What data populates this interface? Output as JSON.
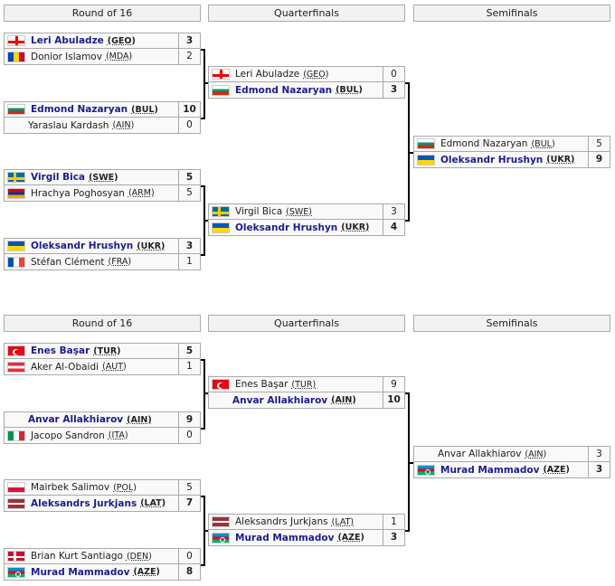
{
  "brackets": [
    {
      "headers": [
        "Round of 16",
        "Quarterfinals",
        "Semifinals"
      ],
      "r16": [
        [
          {
            "flag": "GEO",
            "name": "Leri Abuladze",
            "noc": "(GEO)",
            "score": "3",
            "win": true
          },
          {
            "flag": "MDA",
            "name": "Donior Islamov",
            "noc": "(MDA)",
            "score": "2",
            "win": false
          }
        ],
        [
          {
            "flag": "BUL",
            "name": "Edmond Nazaryan",
            "noc": "(BUL)",
            "score": "10",
            "win": true
          },
          {
            "flag": "",
            "name": "Yaraslau Kardash",
            "noc": "(AIN)",
            "score": "0",
            "win": false
          }
        ],
        [
          {
            "flag": "SWE",
            "name": "Virgil Bica",
            "noc": "(SWE)",
            "score": "5",
            "win": true
          },
          {
            "flag": "ARM",
            "name": "Hrachya Poghosyan",
            "noc": "(ARM)",
            "score": "5",
            "win": false
          }
        ],
        [
          {
            "flag": "UKR",
            "name": "Oleksandr Hrushyn",
            "noc": "(UKR)",
            "score": "3",
            "win": true
          },
          {
            "flag": "FRA",
            "name": "Stéfan Clément",
            "noc": "(FRA)",
            "score": "1",
            "win": false
          }
        ]
      ],
      "qf": [
        [
          {
            "flag": "GEO",
            "name": "Leri Abuladze",
            "noc": "(GEO)",
            "score": "0",
            "win": false
          },
          {
            "flag": "BUL",
            "name": "Edmond Nazaryan",
            "noc": "(BUL)",
            "score": "3",
            "win": true
          }
        ],
        [
          {
            "flag": "SWE",
            "name": "Virgil Bica",
            "noc": "(SWE)",
            "score": "3",
            "win": false
          },
          {
            "flag": "UKR",
            "name": "Oleksandr Hrushyn",
            "noc": "(UKR)",
            "score": "4",
            "win": true
          }
        ]
      ],
      "sf": [
        [
          {
            "flag": "BUL",
            "name": "Edmond Nazaryan",
            "noc": "(BUL)",
            "score": "5",
            "win": false
          },
          {
            "flag": "UKR",
            "name": "Oleksandr Hrushyn",
            "noc": "(UKR)",
            "score": "9",
            "win": true
          }
        ]
      ]
    },
    {
      "headers": [
        "Round of 16",
        "Quarterfinals",
        "Semifinals"
      ],
      "r16": [
        [
          {
            "flag": "TUR",
            "name": "Enes Başar",
            "noc": "(TUR)",
            "score": "5",
            "win": true
          },
          {
            "flag": "AUT",
            "name": "Aker Al-Obaidi",
            "noc": "(AUT)",
            "score": "1",
            "win": false
          }
        ],
        [
          {
            "flag": "",
            "name": "Anvar Allakhiarov",
            "noc": "(AIN)",
            "score": "9",
            "win": true
          },
          {
            "flag": "ITA",
            "name": "Jacopo Sandron",
            "noc": "(ITA)",
            "score": "0",
            "win": false
          }
        ],
        [
          {
            "flag": "POL",
            "name": "Mairbek Salimov",
            "noc": "(POL)",
            "score": "5",
            "win": false
          },
          {
            "flag": "LAT",
            "name": "Aleksandrs Jurkjans",
            "noc": "(LAT)",
            "score": "7",
            "win": true
          }
        ],
        [
          {
            "flag": "DEN",
            "name": "Brian Kurt Santiago",
            "noc": "(DEN)",
            "score": "0",
            "win": false
          },
          {
            "flag": "AZE",
            "name": "Murad Mammadov",
            "noc": "(AZE)",
            "score": "8",
            "win": true
          }
        ]
      ],
      "qf": [
        [
          {
            "flag": "TUR",
            "name": "Enes Başar",
            "noc": "(TUR)",
            "score": "9",
            "win": false
          },
          {
            "flag": "",
            "name": "Anvar Allakhiarov",
            "noc": "(AIN)",
            "score": "10",
            "win": true
          }
        ],
        [
          {
            "flag": "LAT",
            "name": "Aleksandrs Jurkjans",
            "noc": "(LAT)",
            "score": "1",
            "win": false
          },
          {
            "flag": "AZE",
            "name": "Murad Mammadov",
            "noc": "(AZE)",
            "score": "3",
            "win": true
          }
        ]
      ],
      "sf": [
        [
          {
            "flag": "",
            "name": "Anvar Allakhiarov",
            "noc": "(AIN)",
            "score": "3",
            "win": false
          },
          {
            "flag": "AZE",
            "name": "Murad Mammadov",
            "noc": "(AZE)",
            "score": "3",
            "win": true
          }
        ]
      ]
    }
  ]
}
